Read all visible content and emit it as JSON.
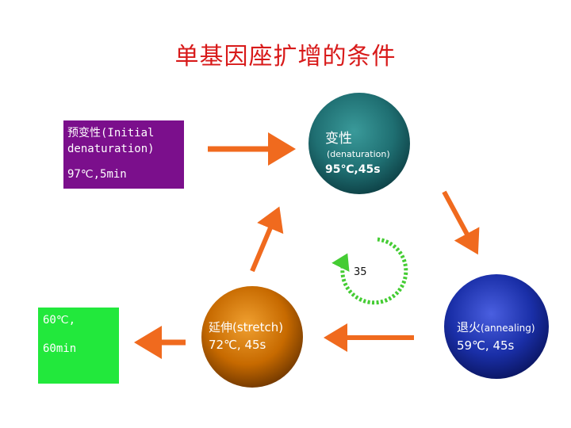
{
  "title": "单基因座扩增的条件",
  "initial_box": {
    "line1": "预变性(Initial",
    "line2": "denaturation)",
    "line3": "97℃,5min",
    "color": "#7b0f8c"
  },
  "final_box": {
    "line1": "60℃,",
    "line2": "60min",
    "color": "#22e83c"
  },
  "denaturation": {
    "label": "变性",
    "sublabel": "(denaturation)",
    "condition": "95℃,45s",
    "color": "#1f6f72"
  },
  "annealing": {
    "label_cn": "退火",
    "label_en": "(annealing)",
    "condition": "59℃, 45s",
    "color": "#1a2fa8"
  },
  "extension": {
    "label": "延伸(stretch)",
    "condition": "72℃, 45s",
    "color": "#c76a00"
  },
  "cycle_count": "35",
  "colors": {
    "title": "#d81a1a",
    "arrow": "#f06a1e",
    "cycle_arrow": "#44cc33"
  }
}
